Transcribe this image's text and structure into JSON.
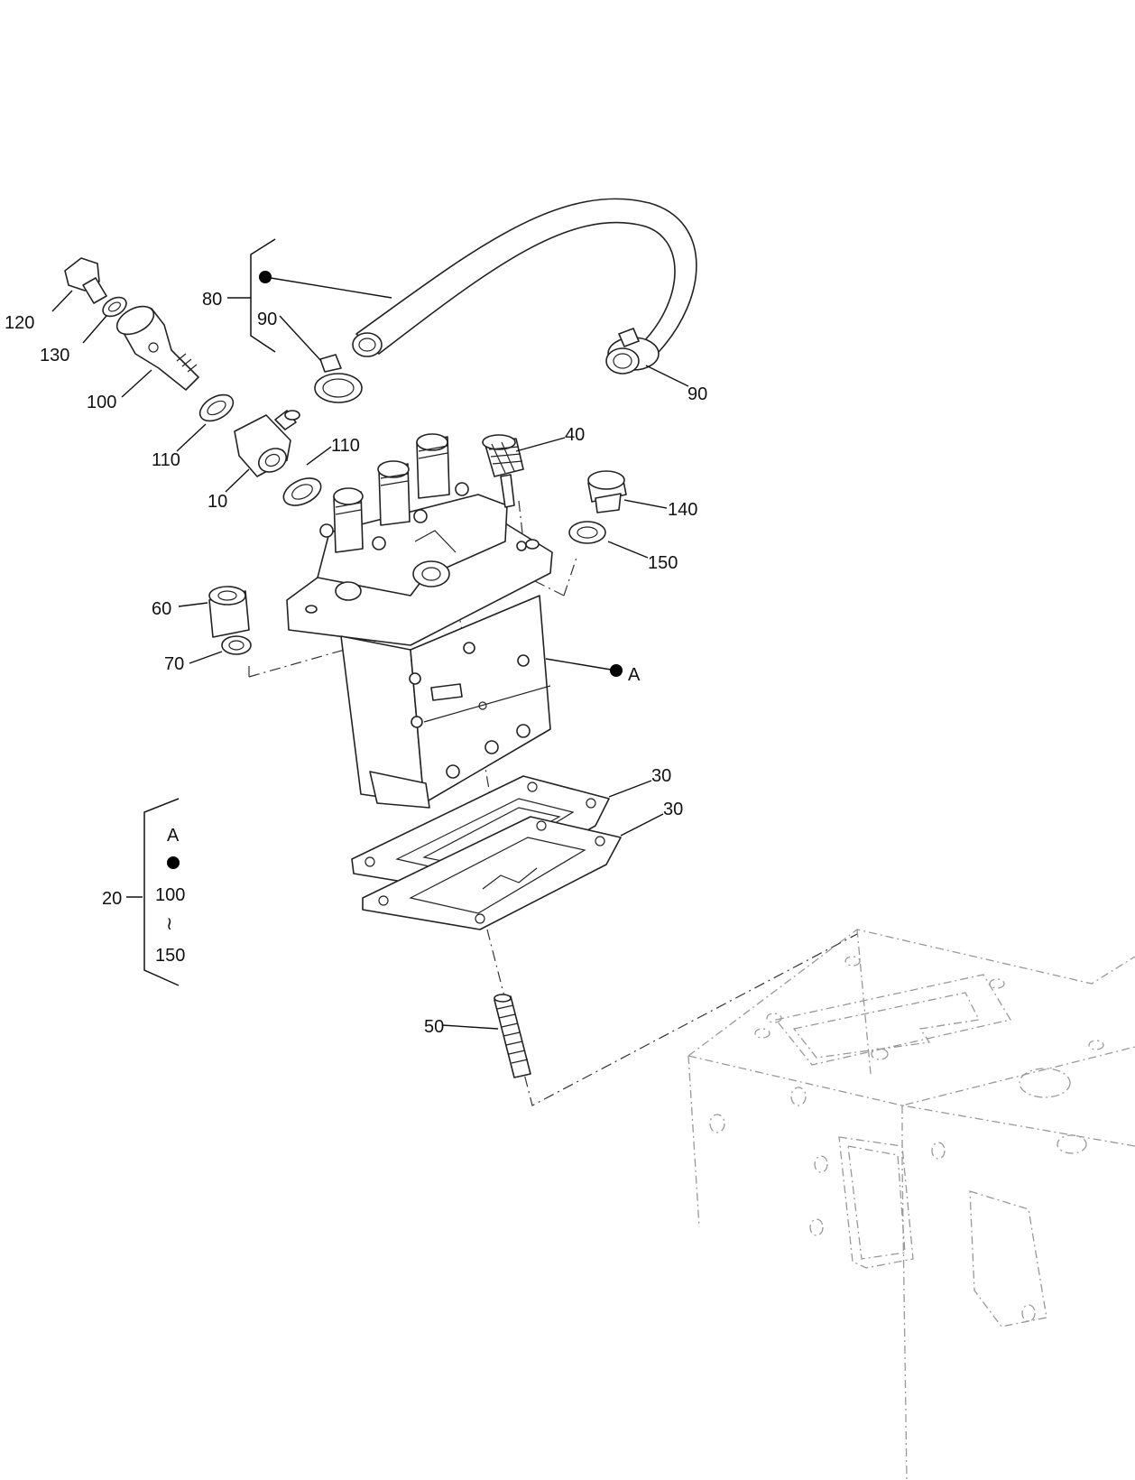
{
  "callouts": {
    "c120": "120",
    "c130": "130",
    "c100": "100",
    "c110a": "110",
    "c110b": "110",
    "c10": "10",
    "c80": "80",
    "c90a": "90",
    "c90b": "90",
    "c40": "40",
    "c140": "140",
    "c150": "150",
    "c60": "60",
    "c70": "70",
    "cA": "A",
    "c30a": "30",
    "c30b": "30",
    "c50": "50",
    "c20": "20"
  },
  "assembly_legend": {
    "label_top": "A",
    "range_start": "100",
    "range_sep": "≀",
    "range_end": "150"
  }
}
